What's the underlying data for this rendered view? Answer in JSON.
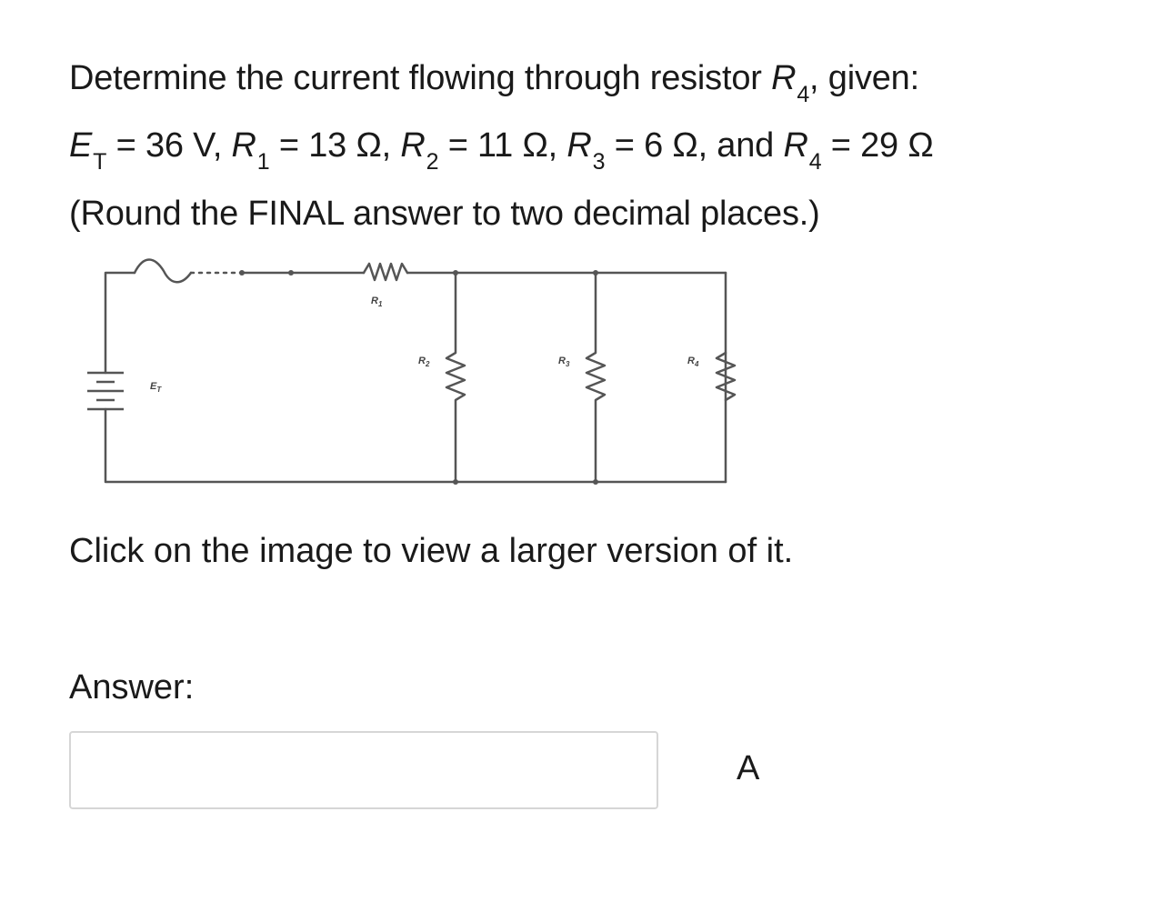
{
  "question": {
    "line1_prefix": "Determine the current flowing through resistor ",
    "target_var": "R",
    "target_sub": "4",
    "line1_suffix": ", given:",
    "givens": [
      {
        "var": "E",
        "sub": "T",
        "value": " = 36 V, "
      },
      {
        "var": "R",
        "sub": "1",
        "value": " = 13 Ω, "
      },
      {
        "var": "R",
        "sub": "2",
        "value": " = 11 Ω, "
      },
      {
        "var": "R",
        "sub": "3",
        "value": " = 6 Ω, and "
      },
      {
        "var": "R",
        "sub": "4",
        "value": " = 29 Ω"
      }
    ],
    "rounding_note": "(Round the FINAL answer to two decimal places.)"
  },
  "circuit": {
    "labels": {
      "source": "E",
      "source_sub": "T",
      "r1": "R",
      "r1_sub": "1",
      "r2": "R",
      "r2_sub": "2",
      "r3": "R",
      "r3_sub": "3",
      "r4": "R",
      "r4_sub": "4"
    }
  },
  "click_note": "Click on the image to view a larger version of it.",
  "answer": {
    "label": "Answer:",
    "value": "",
    "placeholder": "",
    "unit": "A"
  }
}
